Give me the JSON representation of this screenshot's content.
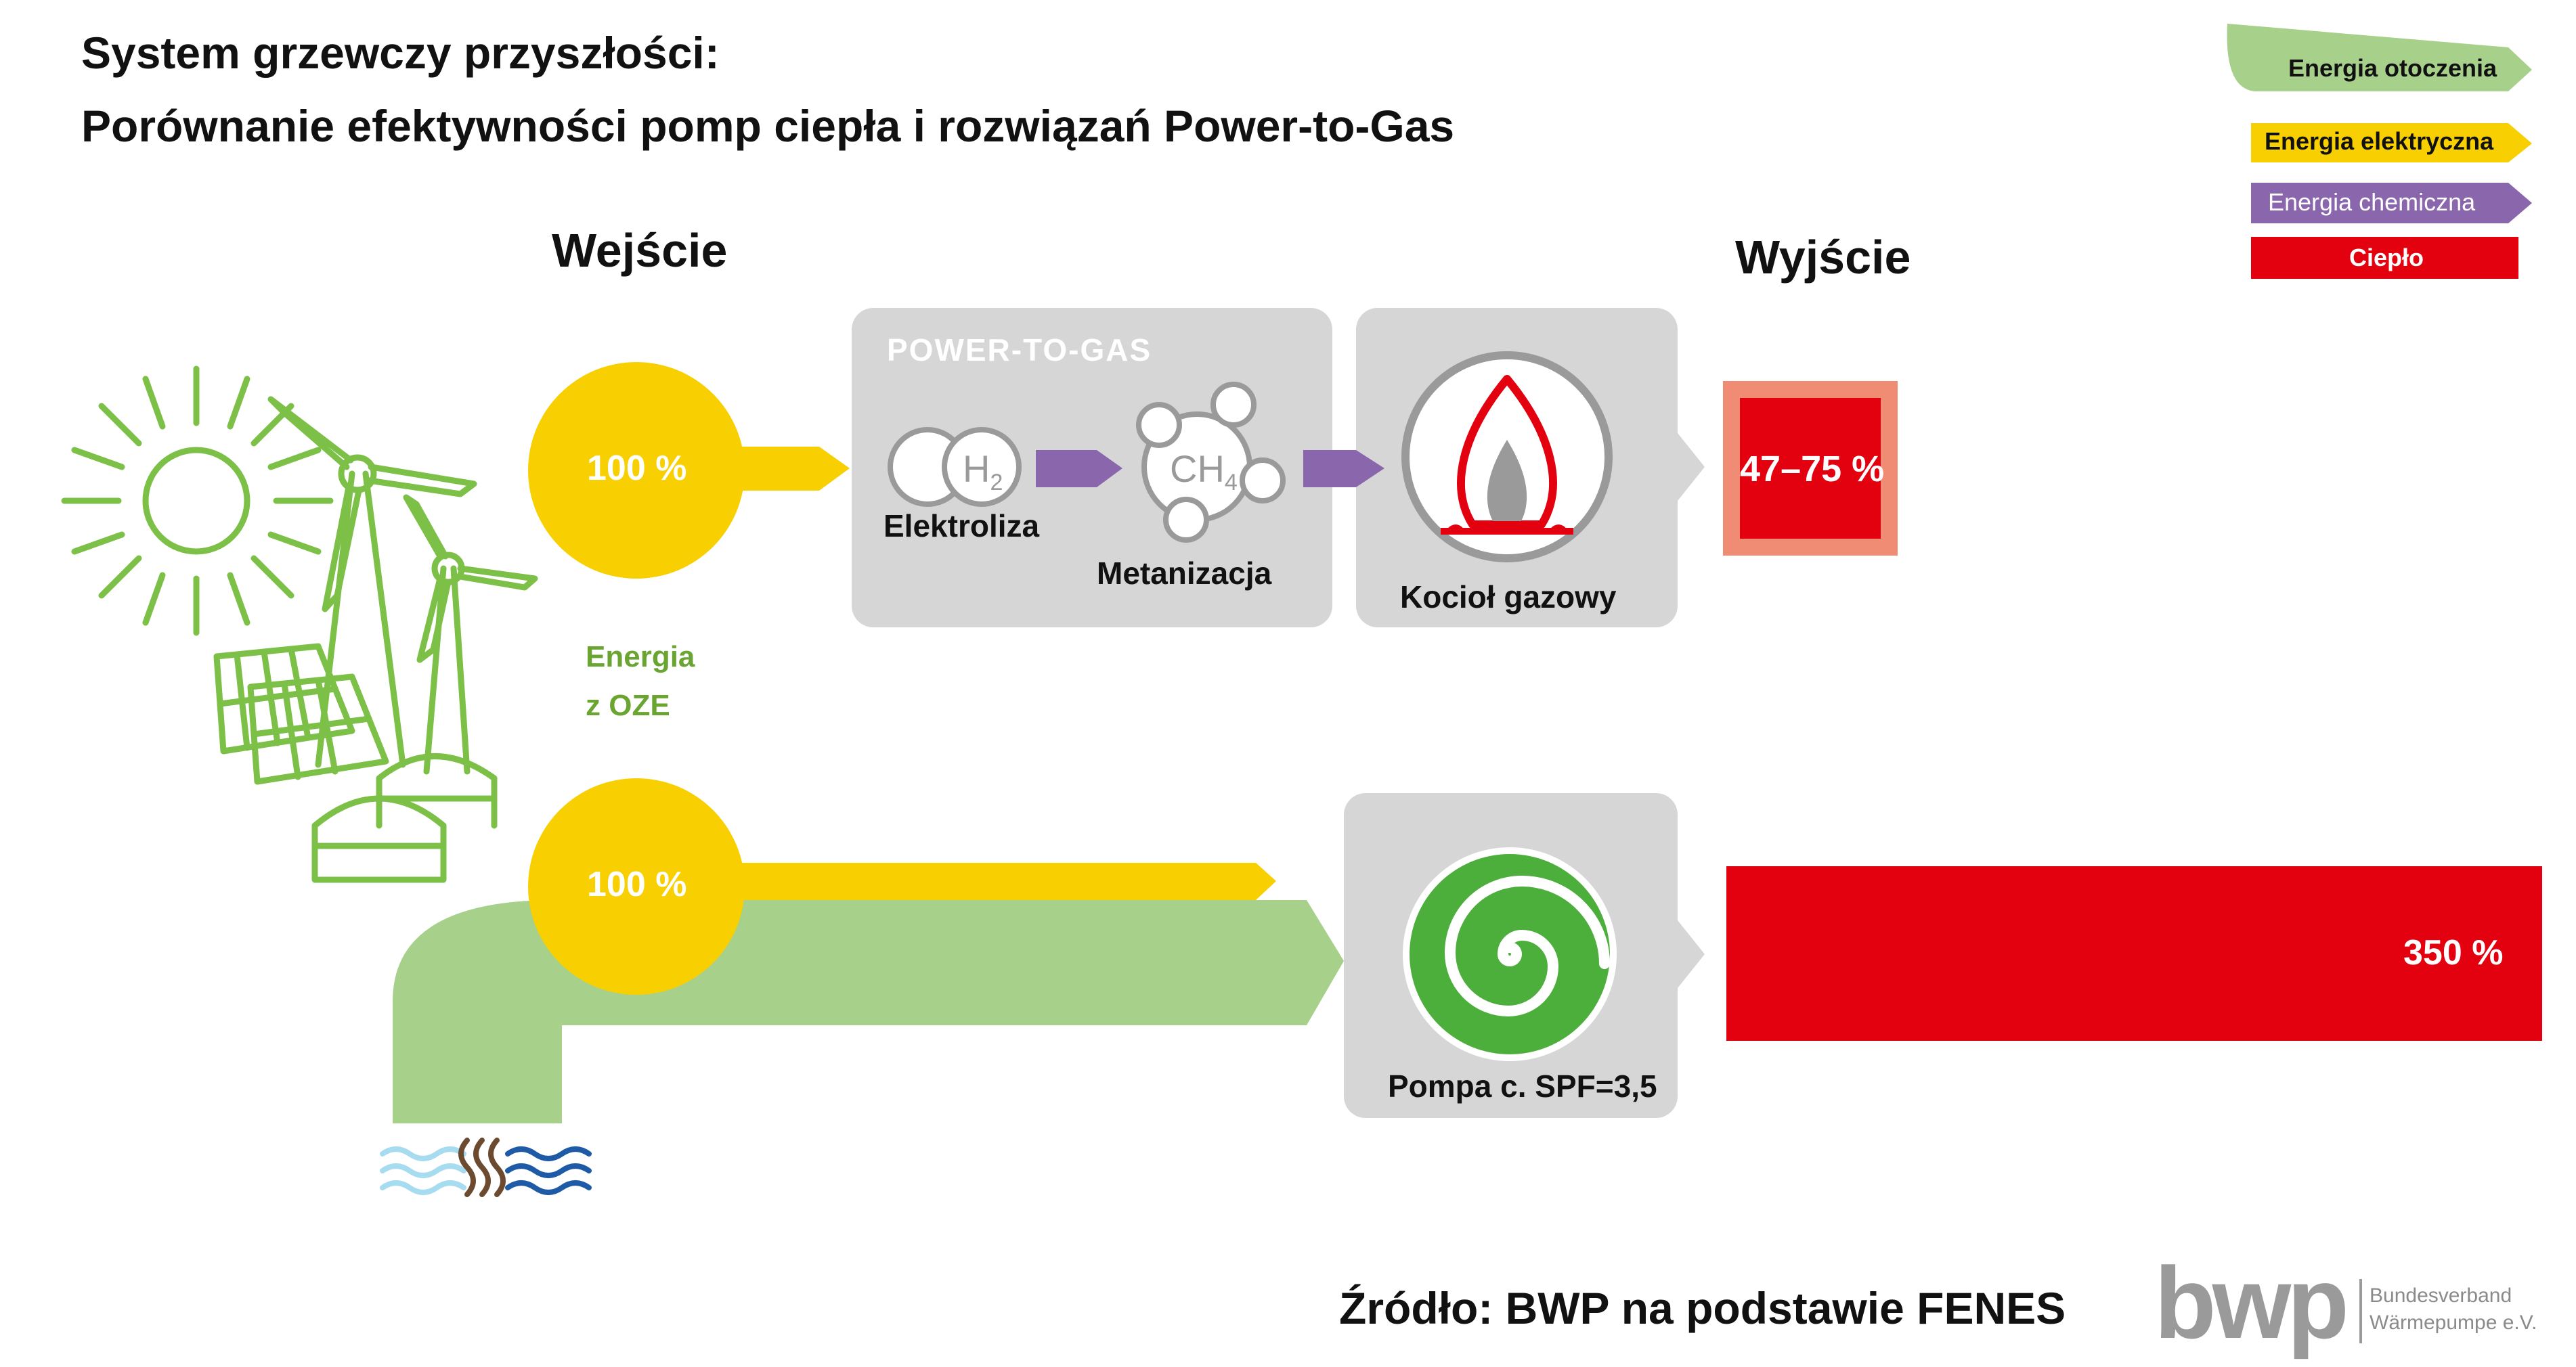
{
  "header": {
    "title_line1": "System grzewczy przyszłości:",
    "title_line2": "Porównanie efektywności pomp ciepła i rozwiązań Power-to-Gas"
  },
  "labels": {
    "input": "Wejście",
    "output": "Wyjście",
    "renewables": [
      "Energia",
      "z OZE"
    ]
  },
  "legend": [
    {
      "label": "Energia otoczenia",
      "color": "#a7d08a"
    },
    {
      "label": "Energia elektryczna",
      "color": "#f8cf00"
    },
    {
      "label": "Energia chemiczna",
      "color": "#8a66ad"
    },
    {
      "label": "Ciepło",
      "color": "#e3000f"
    }
  ],
  "ptg": {
    "box_title": "POWER-TO-GAS",
    "input_percent": "100 %",
    "h2_symbol": "H",
    "h2_sub": "2",
    "ch4_symbol": "CH",
    "ch4_sub": "4",
    "electrolysis": "Elektroliza",
    "methanation": "Metanizacja",
    "boiler": "Kocioł gazowy",
    "output_percent": "47–75 %"
  },
  "heatpump": {
    "input_percent": "100 %",
    "pump_label": "Pompa c. SPF=3,5",
    "output_percent": "350 %"
  },
  "footer": {
    "source": "Źródło: BWP na podstawie FENES",
    "logo_text": "bwp",
    "logo_line1": "Bundesverband",
    "logo_line2": "Wärmepumpe e.V."
  },
  "colors": {
    "green_light": "#a7d08a",
    "yellow": "#f8cf00",
    "purple": "#8a66ad",
    "red": "#e3000f",
    "gray_box": "#d6d6d6",
    "green_text": "#6aa431"
  }
}
